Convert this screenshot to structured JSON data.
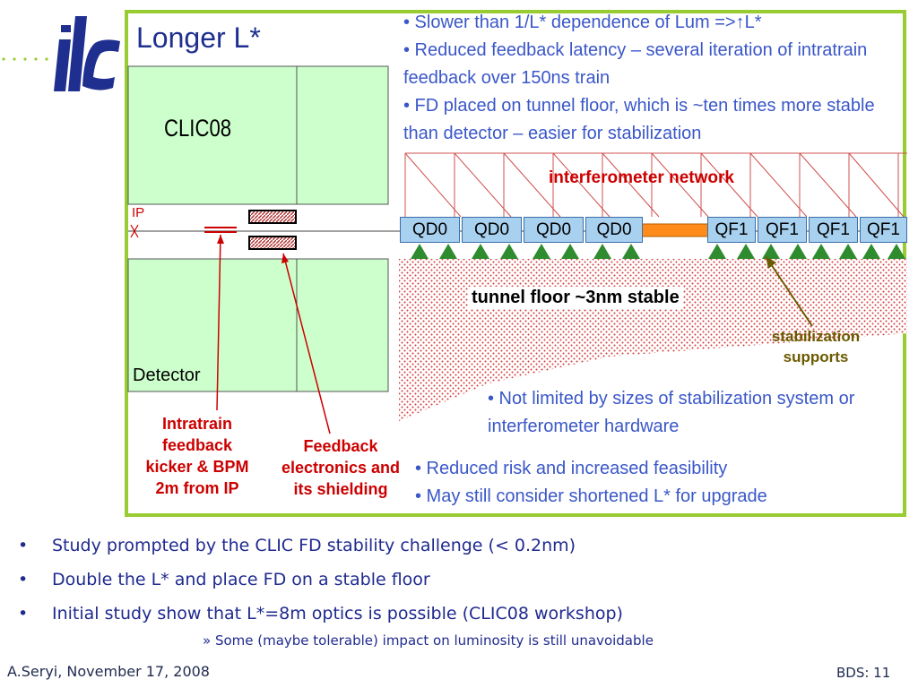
{
  "logo": {
    "text": "ilc"
  },
  "title": "Longer L*",
  "top_bullets": [
    "• Slower than 1/L* dependence of Lum =>↑L*",
    "• Reduced feedback latency – several iteration of intratrain feedback over 150ns train",
    "• FD placed on tunnel floor, which is ~ten times more stable than detector – easier for stabilization"
  ],
  "diagram": {
    "clic_label": "CLIC08",
    "detector_label": "Detector",
    "ip_label": "IP",
    "interferometer_label": "interferometer network",
    "tunnel_label": "tunnel floor ~3nm stable",
    "stabilization_label": [
      "stabilization",
      "supports"
    ],
    "magnets_qd": [
      "QD0",
      "QD0",
      "QD0",
      "QD0"
    ],
    "magnets_qf": [
      "QF1",
      "QF1",
      "QF1",
      "QF1"
    ],
    "kicker_label": [
      "Intratrain",
      "feedback",
      "kicker & BPM",
      "2m from IP"
    ],
    "feedback_label": [
      "Feedback",
      "electronics and",
      "its shielding"
    ],
    "colors": {
      "detector": "#ccffcc",
      "frame": "#99cc33",
      "magnet": "#a8d1f0",
      "red": "#cc0000",
      "support": "#2e7d2e",
      "connector": "#ff8c1a"
    }
  },
  "mid_bullets": [
    "• Not limited by sizes of stabilization system or interferometer hardware"
  ],
  "bottom_bullets": [
    "• Reduced risk and increased feasibility",
    "• May still consider shortened L* for upgrade"
  ],
  "bullets": [
    "Study prompted by the CLIC FD stability challenge (< 0.2nm)",
    "Double the L* and place FD on a stable floor",
    "Initial study show that L*=8m  optics is possible (CLIC08 workshop)"
  ],
  "bullet_marker": "•",
  "sub_bullet": "»   Some (maybe tolerable) impact on luminosity is still unavoidable",
  "footer": {
    "left": "A.Seryi, November 17, 2008",
    "right": "BDS: 11"
  }
}
